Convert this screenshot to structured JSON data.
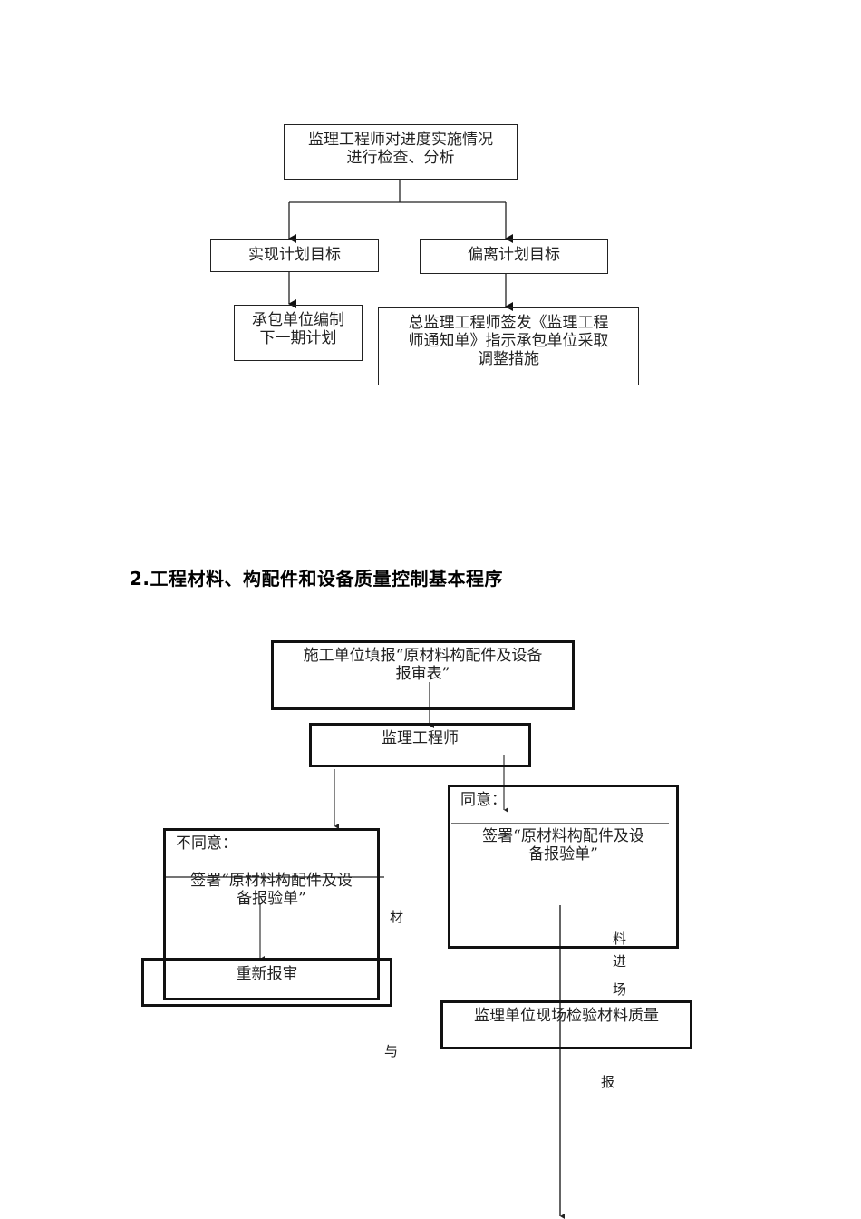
{
  "flowchart1": {
    "nodes": {
      "check": [
        "监理工程师对进度实施情况",
        "进行检查、分析"
      ],
      "achieve": "实现计划目标",
      "deviate": "偏离计划目标",
      "next_plan": [
        "承包单位编制",
        "下一期计划"
      ],
      "notice": [
        "总监理工程师签发《监理工程",
        "师通知单》指示承包单位采取",
        "调整措施"
      ]
    }
  },
  "section2": {
    "heading": "2.工程材料、构配件和设备质量控制基本程序"
  },
  "flowchart2": {
    "nodes": {
      "submit": [
        "施工单位填报“原材料构配件及设备",
        "报审表”"
      ],
      "engineer": "监理工程师",
      "agree_label": "同意：",
      "agree_body": [
        "签署“原材料构配件及设",
        "备报验单”"
      ],
      "disagree_label": "不同意：",
      "disagree_body": [
        "签署“原材料构配件及设",
        "备报验单”"
      ],
      "resubmit": "重新报审",
      "site_inspect": "监理单位现场检验材料质量"
    },
    "floating_labels": {
      "cai": "材",
      "liao": "料",
      "jin": "进",
      "chang": "场",
      "yu": "与",
      "bao": "报"
    }
  }
}
